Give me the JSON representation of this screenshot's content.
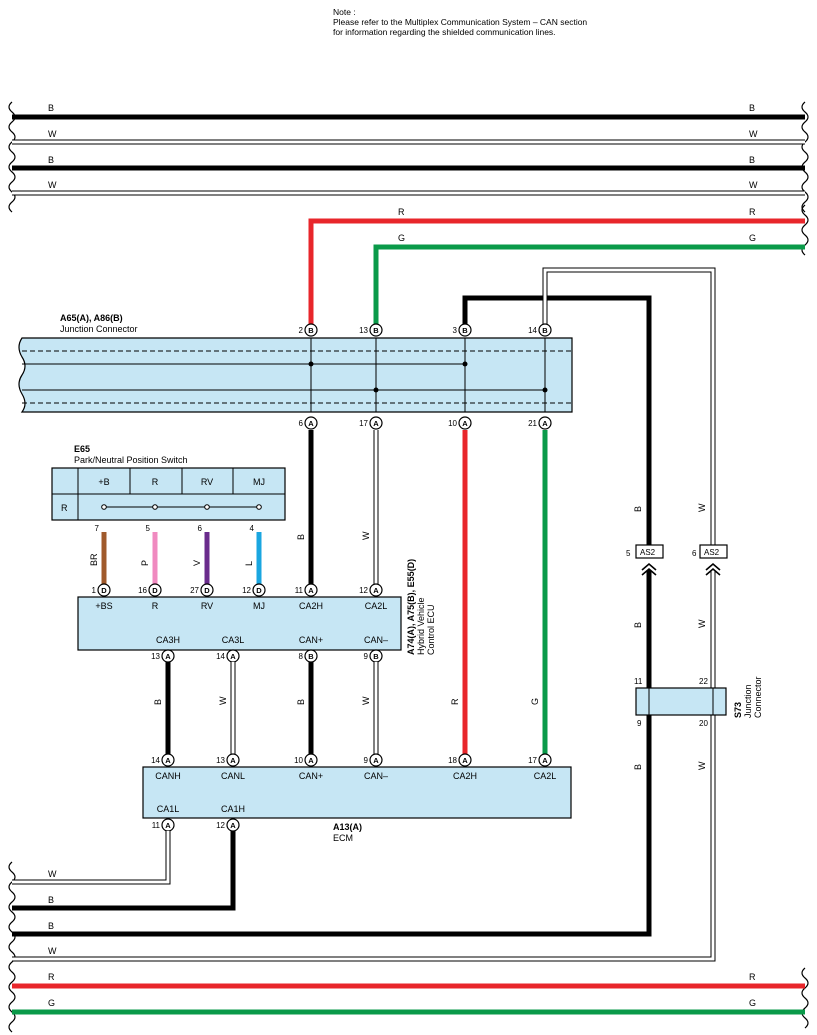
{
  "note": {
    "line1": "Note :",
    "line2": "Please refer to the Multiplex Communication System – CAN section",
    "line3": "for information regarding the shielded communication lines."
  },
  "wire_colors": {
    "B": "#000000",
    "W": "#ffffff",
    "R": "#e8262b",
    "G": "#0a9a49",
    "BR": "#a05a2c",
    "P": "#f08ac0",
    "V": "#6a2c8c",
    "L": "#1aa6e0"
  },
  "bus_labels": {
    "b1": "B",
    "w1": "W",
    "b2": "B",
    "w2": "W",
    "r_top": "R",
    "g_top": "G",
    "w_bot": "W",
    "b_bot1": "B",
    "b_bot2": "B",
    "w_bot2": "W",
    "r_bot": "R",
    "g_bot": "G"
  },
  "jc_top": {
    "name": "A65(A), A86(B)",
    "desc": "Junction Connector",
    "top_pins": [
      {
        "num": "2",
        "tag": "B"
      },
      {
        "num": "13",
        "tag": "B"
      },
      {
        "num": "3",
        "tag": "B"
      },
      {
        "num": "14",
        "tag": "B"
      }
    ],
    "bottom_pins": [
      {
        "num": "6",
        "tag": "A"
      },
      {
        "num": "17",
        "tag": "A"
      },
      {
        "num": "10",
        "tag": "A"
      },
      {
        "num": "21",
        "tag": "A"
      }
    ]
  },
  "e65": {
    "name": "E65",
    "desc": "Park/Neutral Position Switch",
    "row_label": "R",
    "cols": [
      "+B",
      "R",
      "RV",
      "MJ"
    ],
    "pins": [
      {
        "num": "7",
        "wire": "BR"
      },
      {
        "num": "5",
        "wire": "P"
      },
      {
        "num": "6",
        "wire": "V"
      },
      {
        "num": "4",
        "wire": "L"
      }
    ]
  },
  "hv_ecu": {
    "name": "A74(A), A75(B), E55(D)",
    "desc1": "Hybrid Vehicle",
    "desc2": "Control ECU",
    "top_pins": [
      {
        "num": "1",
        "tag": "D",
        "label": "+BS"
      },
      {
        "num": "16",
        "tag": "D",
        "label": "R"
      },
      {
        "num": "27",
        "tag": "D",
        "label": "RV"
      },
      {
        "num": "12",
        "tag": "D",
        "label": "MJ"
      },
      {
        "num": "11",
        "tag": "A",
        "label": "CA2H"
      },
      {
        "num": "12",
        "tag": "A",
        "label": "CA2L"
      }
    ],
    "bottom_pins": [
      {
        "num": "13",
        "tag": "A",
        "label": "CA3H"
      },
      {
        "num": "14",
        "tag": "A",
        "label": "CA3L"
      },
      {
        "num": "8",
        "tag": "B",
        "label": "CAN+"
      },
      {
        "num": "9",
        "tag": "B",
        "label": "CAN–"
      }
    ]
  },
  "ecm": {
    "name": "A13(A)",
    "desc": "ECM",
    "top_pins": [
      {
        "num": "14",
        "tag": "A",
        "label": "CANH"
      },
      {
        "num": "13",
        "tag": "A",
        "label": "CANL"
      },
      {
        "num": "10",
        "tag": "A",
        "label": "CAN+"
      },
      {
        "num": "9",
        "tag": "A",
        "label": "CAN–"
      },
      {
        "num": "18",
        "tag": "A",
        "label": "CA2H"
      },
      {
        "num": "17",
        "tag": "A",
        "label": "CA2L"
      }
    ],
    "bottom_pins": [
      {
        "num": "11",
        "tag": "A",
        "label": "CA1L"
      },
      {
        "num": "12",
        "tag": "A",
        "label": "CA1H"
      }
    ]
  },
  "as2": {
    "left": {
      "num": "5",
      "tag": "AS2"
    },
    "right": {
      "num": "6",
      "tag": "AS2"
    }
  },
  "s73": {
    "name": "S73",
    "desc1": "Junction",
    "desc2": "Connector",
    "pins": {
      "tl": "11",
      "tr": "22",
      "bl": "9",
      "br": "20"
    }
  },
  "wire_labels": {
    "jc6": "B",
    "jc17": "W",
    "jc10": "R",
    "jc21": "G",
    "as2_top_b": "B",
    "as2_top_w": "W",
    "as2_bot_b": "B",
    "as2_bot_w": "W",
    "s73_b": "B",
    "s73_w": "W",
    "ca3h": "B",
    "ca3l": "W",
    "canp": "B",
    "canm": "W"
  }
}
